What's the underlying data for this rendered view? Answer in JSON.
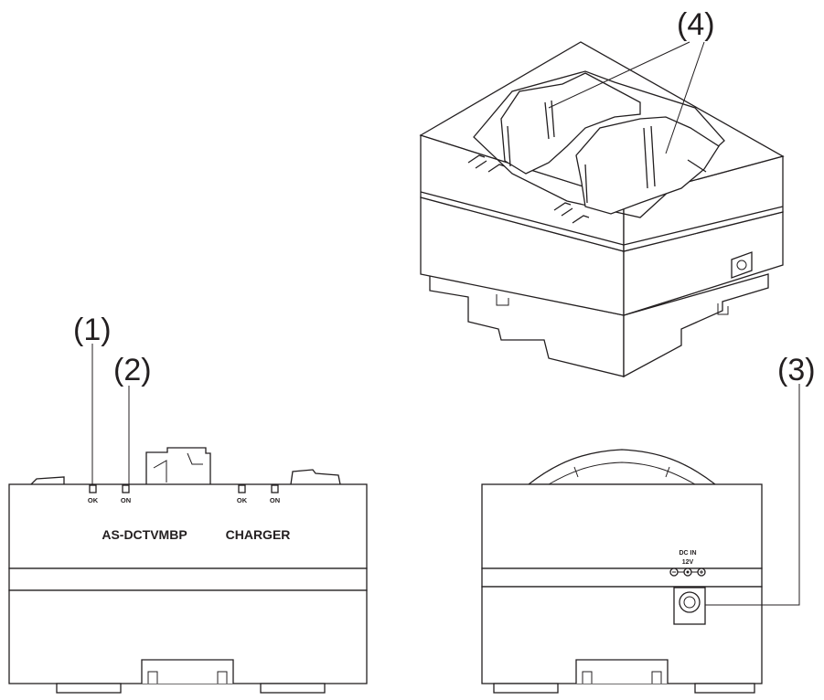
{
  "callouts": {
    "c1": "(1)",
    "c2": "(2)",
    "c3": "(3)",
    "c4": "(4)"
  },
  "front_view": {
    "model_label": "AS-DCTVMBP",
    "charger_label": "CHARGER",
    "led_left_ok": "OK",
    "led_left_on": "ON",
    "led_right_ok": "OK",
    "led_right_on": "ON"
  },
  "side_view": {
    "dc_in_label": "DC IN",
    "voltage_label": "12V"
  },
  "colors": {
    "line": "#231f20",
    "background": "#ffffff",
    "body_fill": "#ffffff"
  }
}
